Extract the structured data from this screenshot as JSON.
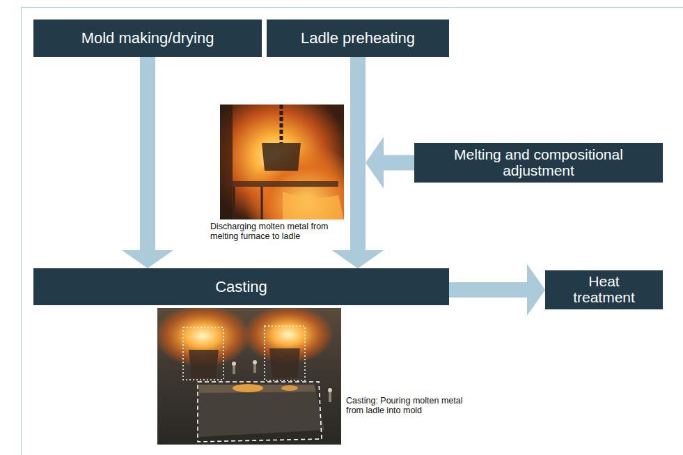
{
  "diagram": {
    "nodes": [
      {
        "text": [
          "Mold making/drying"
        ]
      },
      {
        "text": [
          "Ladle preheating"
        ]
      },
      {
        "text": [
          "Melting and compositional adjustment"
        ]
      },
      {
        "text": [
          "Casting"
        ]
      },
      {
        "text": [
          "Heat treatment"
        ]
      }
    ],
    "edges": [
      {
        "from": 0,
        "to": 3,
        "arrow": "to"
      },
      {
        "from": 1,
        "to": 3,
        "arrow": "to"
      },
      {
        "from": 2,
        "to": 3,
        "arrow": "to"
      },
      {
        "from": 3,
        "to": 4,
        "arrow": "to"
      }
    ],
    "labels": [
      "Discharging molten metal from melting furnace to ladle",
      "Casting: Pouring molten metal from ladle into mold"
    ]
  }
}
